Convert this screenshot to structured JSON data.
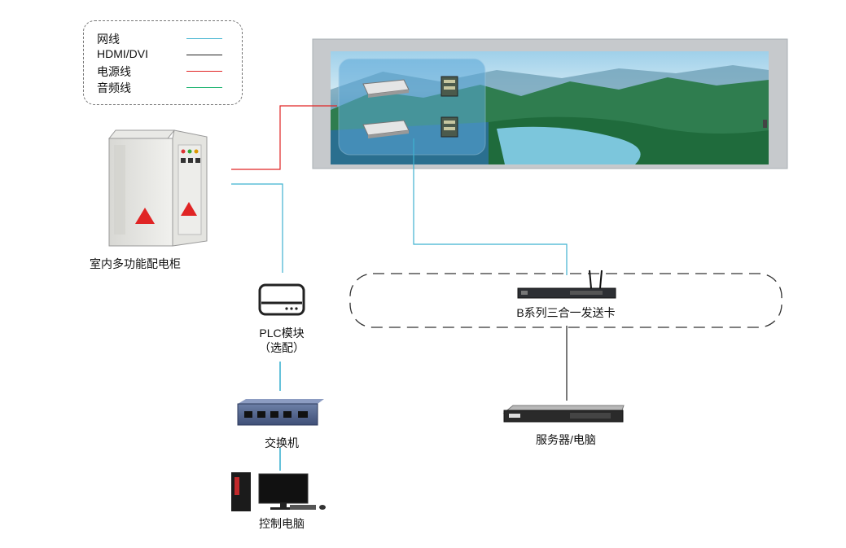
{
  "legend": [
    {
      "label": "网线",
      "color": "#3fb2d0"
    },
    {
      "label": "HDMI/DVI",
      "color": "#222222"
    },
    {
      "label": "电源线",
      "color": "#e02424"
    },
    {
      "label": "音频线",
      "color": "#22b573"
    }
  ],
  "nodes": {
    "cabinet": "室内多功能配电柜",
    "plc_line1": "PLC模块",
    "plc_line2": "（选配）",
    "switch": "交换机",
    "pc": "控制电脑",
    "sender": "B系列三合一发送卡",
    "server": "服务器/电脑"
  },
  "colors": {
    "network": "#3fb2d0",
    "hdmi": "#222222",
    "power": "#e02424",
    "audio": "#22b573",
    "screen_frame": "#bfc3c7"
  }
}
